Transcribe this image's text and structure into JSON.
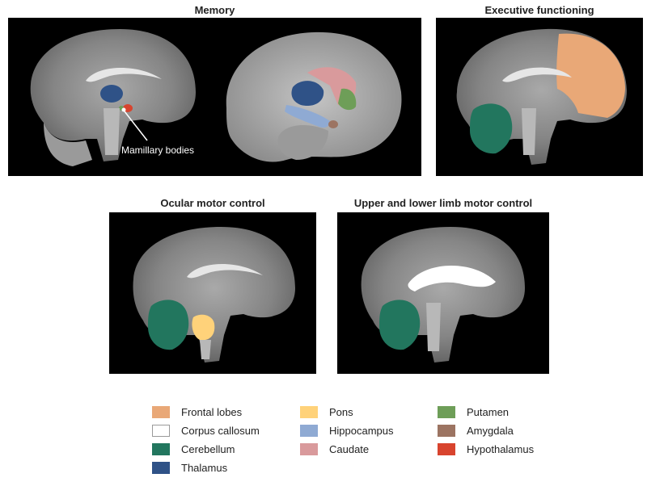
{
  "panels": {
    "memory": {
      "title": "Memory",
      "annotation": "Mamillary bodies"
    },
    "executive": {
      "title": "Executive functioning"
    },
    "ocular": {
      "title": "Ocular motor control"
    },
    "limb": {
      "title": "Upper and lower limb motor control"
    }
  },
  "colors": {
    "frontal_lobes": "#E9A877",
    "corpus_callosum": "#FFFFFF",
    "cerebellum": "#22765E",
    "thalamus": "#2F5287",
    "pons": "#FFD27A",
    "hippocampus": "#8FAAD3",
    "caudate": "#D99A9C",
    "putamen": "#6E9E58",
    "amygdala": "#9C7462",
    "hypothalamus": "#D8442E"
  },
  "legend": [
    {
      "label": "Frontal lobes",
      "color": "#E9A877"
    },
    {
      "label": "Corpus callosum",
      "color": "#FFFFFF"
    },
    {
      "label": "Cerebellum",
      "color": "#22765E"
    },
    {
      "label": "Thalamus",
      "color": "#2F5287"
    },
    {
      "label": "Pons",
      "color": "#FFD27A"
    },
    {
      "label": "Hippocampus",
      "color": "#8FAAD3"
    },
    {
      "label": "Caudate",
      "color": "#D99A9C"
    },
    {
      "label": "Putamen",
      "color": "#6E9E58"
    },
    {
      "label": "Amygdala",
      "color": "#9C7462"
    },
    {
      "label": "Hypothalamus",
      "color": "#D8442E"
    }
  ]
}
